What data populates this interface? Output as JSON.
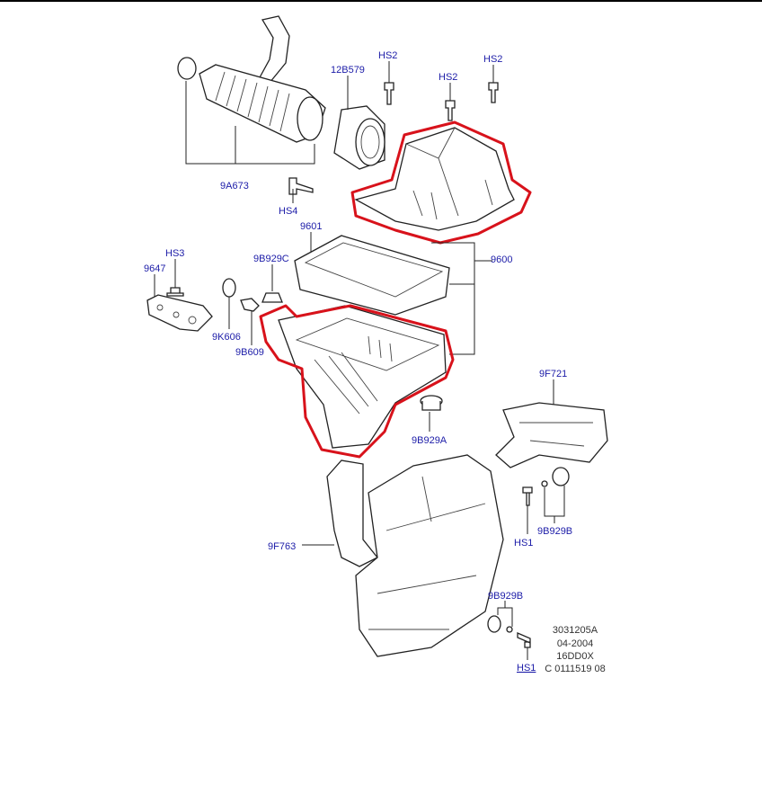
{
  "labels": {
    "hs2_a": "HS2",
    "hs2_b": "HS2",
    "hs2_c": "HS2",
    "p12b579": "12B579",
    "p9a673": "9A673",
    "hs4": "HS4",
    "p9601": "9601",
    "p9600": "9600",
    "hs3": "HS3",
    "p9647": "9647",
    "p9b929c": "9B929C",
    "p9k606": "9K606",
    "p9b609": "9B609",
    "p9f721": "9F721",
    "p9b929a": "9B929A",
    "p9f763": "9F763",
    "hs1_a": "HS1",
    "p9b929b_a": "9B929B",
    "p9b929b_b": "9B929B",
    "hs1_b": "HS1"
  },
  "reference": [
    "3031205A",
    "04-2004",
    "16DD0X",
    "C 0111519 08"
  ],
  "colors": {
    "label": "#1c1ca8",
    "highlight": "#d8121b"
  }
}
